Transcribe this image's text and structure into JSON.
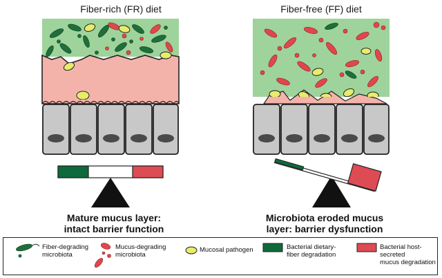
{
  "panels": [
    {
      "title": "Fiber-rich (FR) diet",
      "caption_line1": "Mature mucus layer:",
      "caption_line2": "intact barrier function"
    },
    {
      "title": "Fiber-free (FF) diet",
      "caption_line1": "Microbiota eroded mucus",
      "caption_line2": "layer: barrier dysfunction"
    }
  ],
  "legend": {
    "fiber_degrading_line1": "Fiber-degrading",
    "fiber_degrading_line2": "microbiota",
    "mucus_degrading_line1": "Mucus-degrading",
    "mucus_degrading_line2": "microbiota",
    "pathogen": "Mucosal pathogen",
    "fiber_degradation_line1": "Bacterial dietary-",
    "fiber_degradation_line2": "fiber degradation",
    "mucus_degradation_line1": "Bacterial host-secreted",
    "mucus_degradation_line2": "mucus degradation"
  },
  "colors": {
    "lumen": "#9fd39c",
    "mucus": "#f4b3aa",
    "cell": "#c8c8c8",
    "nucleus": "#4a4a4a",
    "fiber_bacteria": "#1f6f3a",
    "mucus_bacteria": "#e0474c",
    "pathogen": "#e8ec6a",
    "fiber_block": "#0e6a3a",
    "mucus_block": "#dd4b55"
  }
}
